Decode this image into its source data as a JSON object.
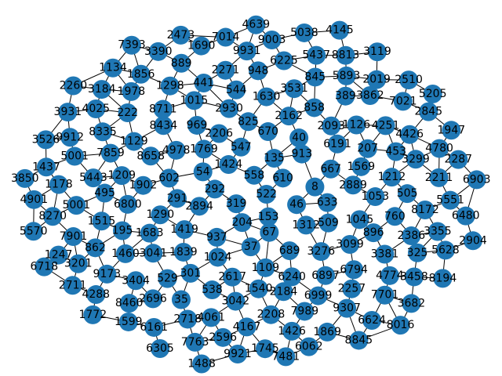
{
  "graph": {
    "node_color": "#1f77b4",
    "edge_color": "#000000",
    "label_color": "#000000",
    "nodes": [
      "522",
      "319",
      "558",
      "153",
      "292",
      "610",
      "204",
      "1424",
      "46",
      "2894",
      "135",
      "67",
      "54",
      "8",
      "937",
      "547",
      "1312",
      "291",
      "913",
      "37",
      "1769",
      "633",
      "1419",
      "670",
      "689",
      "602",
      "667",
      "1024",
      "2206",
      "509",
      "1290",
      "40",
      "1109",
      "4978",
      "2889",
      "1839",
      "825",
      "3276",
      "1902",
      "6191",
      "2617",
      "969",
      "1045",
      "1683",
      "2162",
      "6240",
      "8658",
      "1569",
      "301",
      "2930",
      "3099",
      "6800",
      "2093",
      "1540",
      "8434",
      "1053",
      "3041",
      "1630",
      "6897",
      "1209",
      "207",
      "538",
      "1015",
      "896",
      "195",
      "858",
      "2184",
      "1129",
      "1212",
      "529",
      "544",
      "6794",
      "495",
      "1126",
      "3042",
      "8711",
      "760",
      "1460",
      "3531",
      "6999",
      "7859",
      "453",
      "35",
      "441",
      "3381",
      "1515",
      "389",
      "2208",
      "222",
      "505",
      "3404",
      "948",
      "2257",
      "5443",
      "4251",
      "4061",
      "1298",
      "2386",
      "862",
      "845",
      "7989",
      "8335",
      "3299",
      "2696",
      "2271",
      "4774",
      "5001",
      "3862",
      "4167",
      "1978",
      "8172",
      "9173",
      "6225",
      "9307",
      "5001",
      "4426",
      "2718",
      "889",
      "325",
      "7901",
      "5893",
      "1426",
      "4025",
      "2211",
      "8460",
      "9931",
      "7701",
      "1178",
      "7021",
      "2596",
      "1856",
      "3355",
      "3201",
      "5437",
      "1869",
      "9912",
      "4780",
      "6161",
      "1690",
      "3458",
      "8270",
      "2019",
      "1745",
      "3184",
      "5551",
      "4288",
      "9003",
      "6624",
      "1437",
      "2845",
      "7763",
      "3390",
      "5628",
      "1247",
      "8813",
      "6062",
      "3931",
      "2287",
      "1599",
      "7014",
      "3682",
      "4901",
      "2510",
      "9921",
      "1134",
      "6480",
      "2711",
      "5038",
      "8845",
      "3526",
      "1947",
      "6305",
      "2473",
      "8194",
      "5570",
      "3119",
      "7481",
      "2260",
      "6903",
      "1772",
      "4639",
      "8016",
      "3850",
      "5205",
      "1488",
      "7393",
      "2904",
      "6718",
      "4145"
    ]
  }
}
